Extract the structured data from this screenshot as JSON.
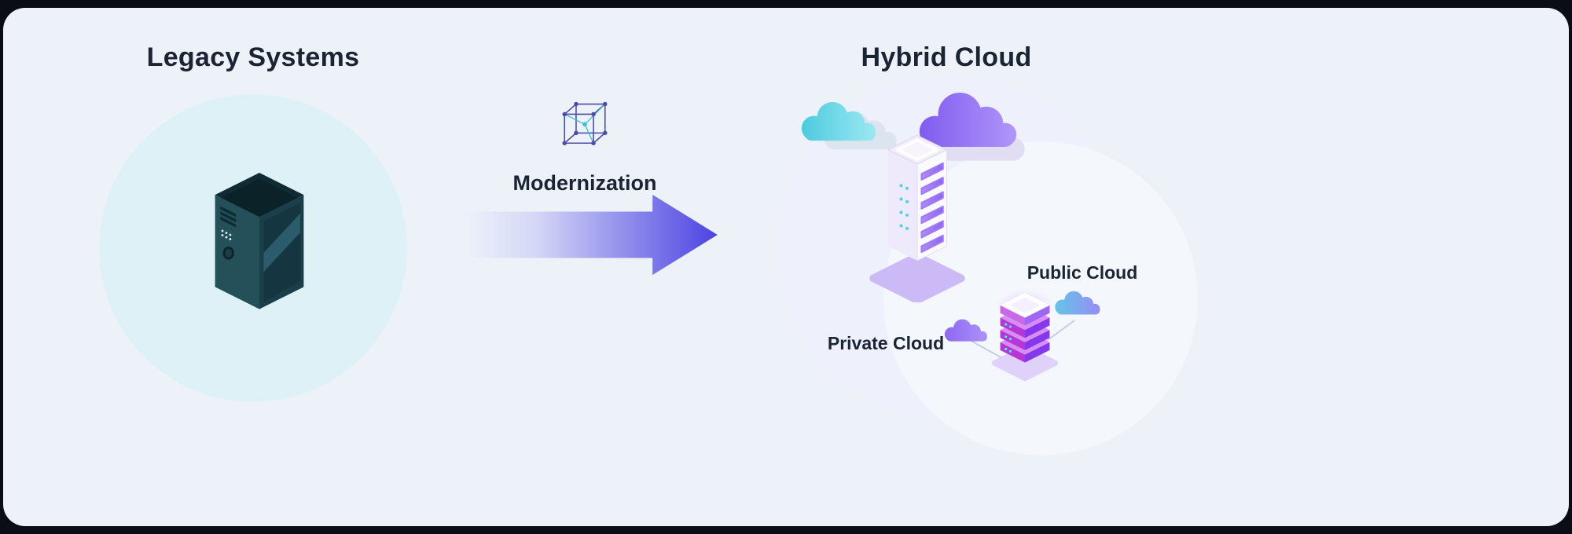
{
  "left": {
    "title": "Legacy Systems"
  },
  "center": {
    "label": "Modernization"
  },
  "right": {
    "title": "Hybrid Cloud",
    "public_label": "Public Cloud",
    "private_label": "Private Cloud"
  },
  "icons": {
    "cube_icon": "wireframe-cube-network",
    "legacy_server_icon": "isometric-dark-server-tower",
    "hybrid_tower_icon": "isometric-white-purple-server-tower",
    "mini_server_icon": "stacked-purple-server-slabs",
    "cloud_icon": "cloud-shape",
    "arrow_icon": "right-gradient-arrow"
  },
  "colors": {
    "frame": "#0a0d15",
    "panel_bg": "#edf2f9",
    "heading_text": "#1b2433",
    "legacy_circle": "#ddf1f7",
    "legacy_server_dark": "#0f2b33",
    "legacy_server_mid": "#245059",
    "arrow_gradient_start": "#edf2f9",
    "arrow_gradient_end": "#4c43e2",
    "cube_line": "#4a4aa0",
    "cube_accent": "#3bbfd4",
    "cloud_cyan_start": "#45c8dd",
    "cloud_cyan_end": "#a9ecf4",
    "cloud_purple_start": "#7a55ee",
    "cloud_purple_end": "#b49bfa",
    "tower_bar_purple": "#9f7bf6",
    "mini_server_magenta": "#b437d6",
    "mini_server_purple": "#8438ec",
    "halo_circle": "#eef1fb"
  }
}
